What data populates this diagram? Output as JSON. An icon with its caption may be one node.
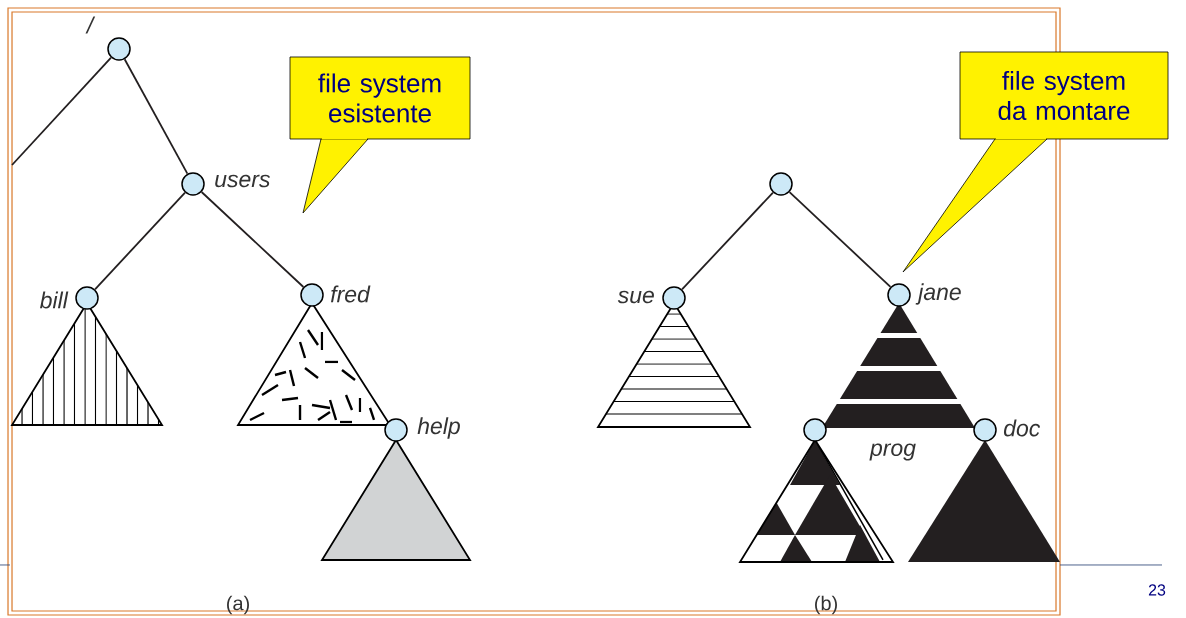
{
  "diagram": {
    "nodes": [
      {
        "text": [],
        "shape": "circle",
        "beside": [
          "/"
        ]
      },
      {
        "text": [],
        "shape": "circle",
        "beside": [
          "users"
        ]
      },
      {
        "text": [],
        "shape": "circle",
        "beside": [
          "bill"
        ]
      },
      {
        "text": [],
        "shape": "circle",
        "beside": [
          "fred"
        ]
      },
      {
        "text": [],
        "shape": "circle",
        "beside": [
          "help"
        ]
      },
      {
        "text": [],
        "shape": "circle"
      },
      {
        "text": [],
        "shape": "circle",
        "beside": [
          "sue"
        ]
      },
      {
        "text": [],
        "shape": "circle",
        "beside": [
          "jane"
        ]
      },
      {
        "text": [],
        "shape": "circle",
        "beside": [
          "prog"
        ]
      },
      {
        "text": [],
        "shape": "circle",
        "beside": [
          "doc"
        ]
      },
      {
        "text": [
          "file system esistente"
        ]
      },
      {
        "text": [
          "file system da montare"
        ]
      }
    ],
    "edges": [
      {
        "from": 0,
        "to": null,
        "arrow": "none"
      },
      {
        "from": 0,
        "to": 1,
        "arrow": "none"
      },
      {
        "from": 1,
        "to": 2,
        "arrow": "none"
      },
      {
        "from": 1,
        "to": 3,
        "arrow": "none"
      },
      {
        "from": 5,
        "to": 6,
        "arrow": "none"
      },
      {
        "from": 5,
        "to": 7,
        "arrow": "none"
      }
    ],
    "labels": [
      "(a)",
      "(b)",
      "23"
    ]
  }
}
